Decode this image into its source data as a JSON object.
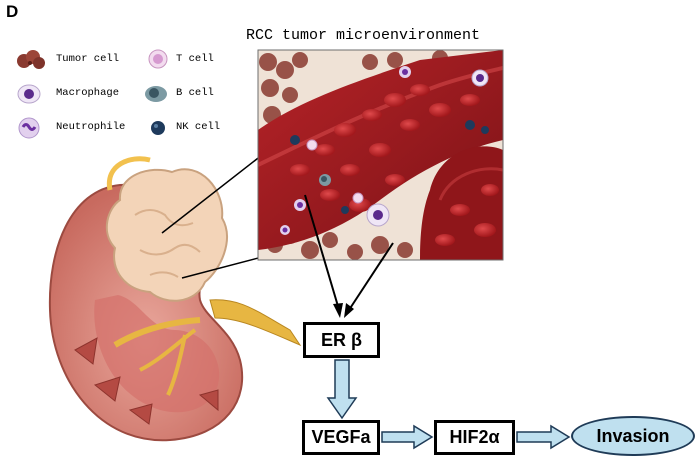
{
  "panel": {
    "letter": "D"
  },
  "title": "RCC tumor microenvironment",
  "legend": [
    {
      "id": "tumor",
      "label": "Tumor cell",
      "icon": "tumor-cell-icon"
    },
    {
      "id": "tcell",
      "label": "T cell",
      "icon": "t-cell-icon"
    },
    {
      "id": "macro",
      "label": "Macrophage",
      "icon": "macrophage-icon"
    },
    {
      "id": "bcell",
      "label": "B cell",
      "icon": "b-cell-icon"
    },
    {
      "id": "neutro",
      "label": "Neutrophile",
      "icon": "neutrophile-icon"
    },
    {
      "id": "nk",
      "label": "NK cell",
      "icon": "nk-cell-icon"
    }
  ],
  "nodes": {
    "erb": "ER β",
    "vegfa": "VEGFa",
    "hif": "HIF2α",
    "invasion": "Invasion"
  },
  "colors": {
    "tumor": "#8a3a30",
    "vessel": "#9b1b1f",
    "rbc": "#c62a2e",
    "kidney": "#d9847a",
    "arrow_fill": "#bfe0ef",
    "arrow_stroke": "#1f3b57",
    "ellipse": "#bfe0ef"
  }
}
